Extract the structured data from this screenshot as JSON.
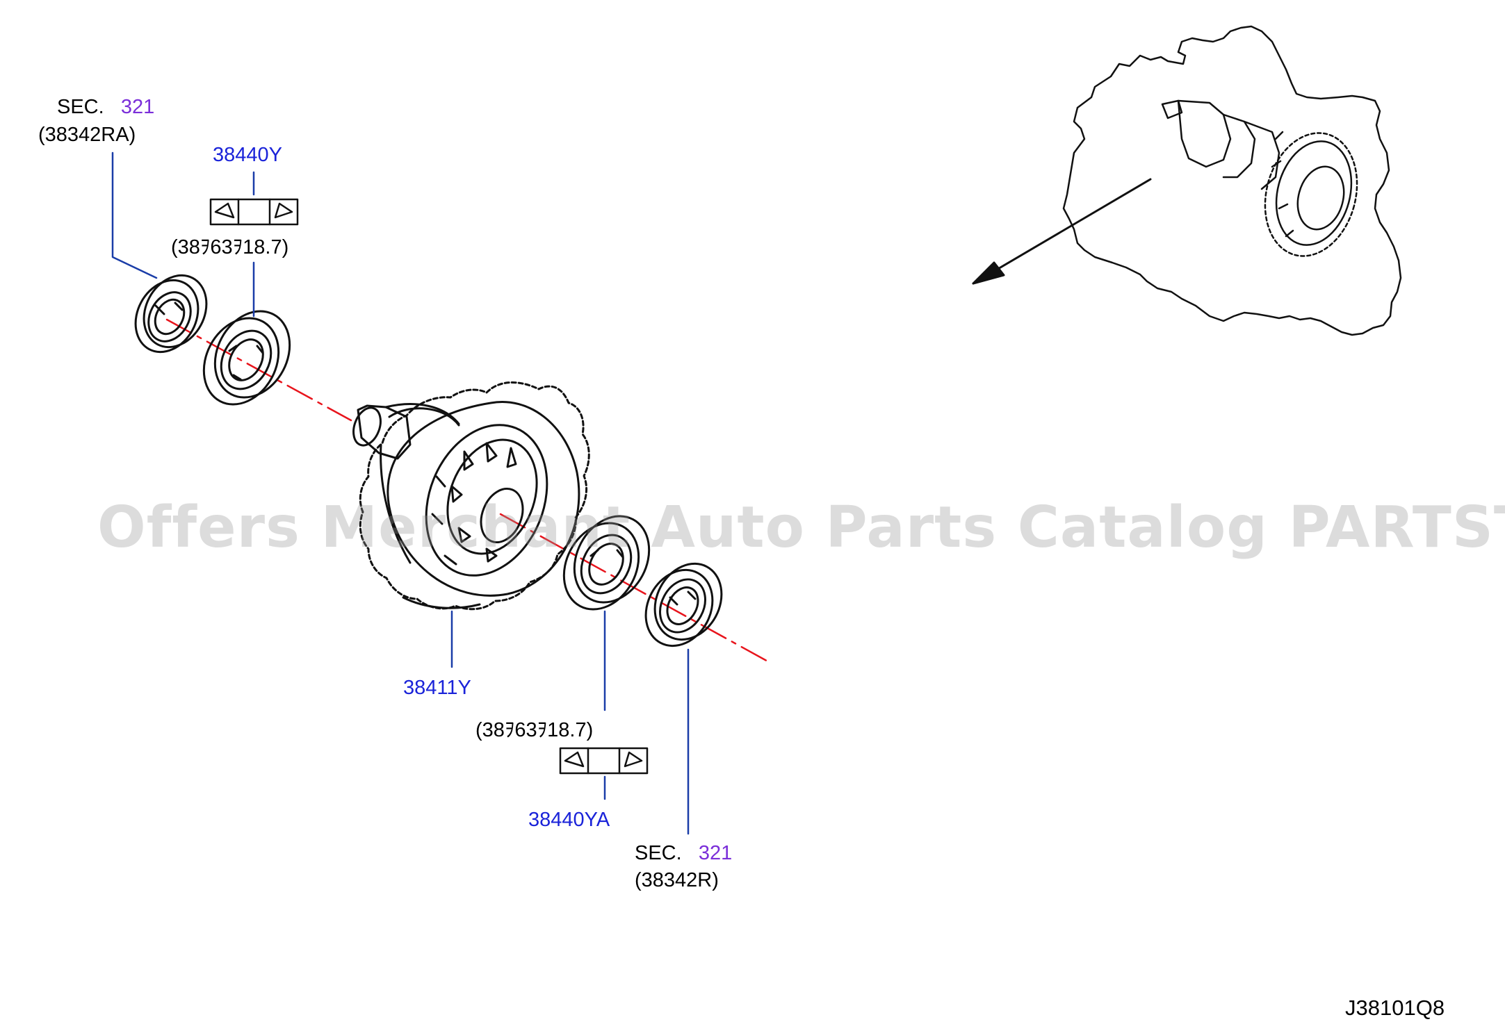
{
  "colors": {
    "part_link": "#1a23d9",
    "section_link": "#7b2fd9",
    "leader_line": "#1a3da8",
    "center_line": "#e8141c",
    "outline": "#111111"
  },
  "callouts": {
    "sec_upper": {
      "prefix": "SEC.",
      "number": "321",
      "code": "(38342RA)"
    },
    "part_38440Y": {
      "number": "38440Y",
      "dimension": "(38ｦ63ｦ18.7)"
    },
    "part_38411Y": {
      "number": "38411Y"
    },
    "part_38440YA": {
      "number": "38440YA",
      "dimension": "(38ｦ63ｦ18.7)"
    },
    "sec_lower": {
      "prefix": "SEC.",
      "number": "321",
      "code": "(38342R)"
    }
  },
  "watermark": "Offers Merchant Auto Parts Catalog PARTSTORE.SA",
  "diagram_id": "J38101Q8",
  "icons": {
    "shim_symbol": "shim-selection-icon",
    "view_arrow": "view-direction-arrow-icon"
  }
}
